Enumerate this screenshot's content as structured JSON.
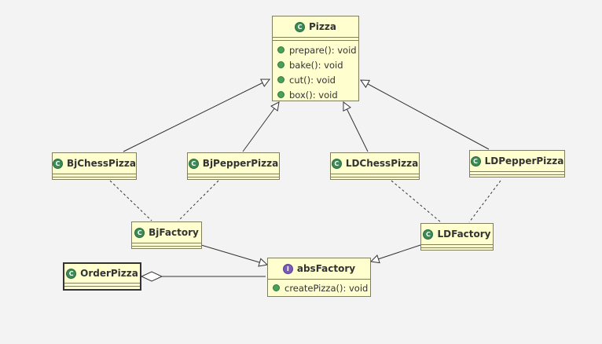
{
  "classes": {
    "pizza": {
      "name": "Pizza",
      "stereotype": "C",
      "methods": [
        "prepare(): void",
        "bake(): void",
        "cut(): void",
        "box(): void"
      ]
    },
    "bj_chess_pizza": {
      "name": "BjChessPizza",
      "stereotype": "C"
    },
    "bj_pepper_pizza": {
      "name": "BjPepperPizza",
      "stereotype": "C"
    },
    "ld_chess_pizza": {
      "name": "LDChessPizza",
      "stereotype": "C"
    },
    "ld_pepper_pizza": {
      "name": "LDPepperPizza",
      "stereotype": "C"
    },
    "bj_factory": {
      "name": "BjFactory",
      "stereotype": "C"
    },
    "ld_factory": {
      "name": "LDFactory",
      "stereotype": "C"
    },
    "abs_factory": {
      "name": "absFactory",
      "stereotype": "I",
      "methods": [
        "createPizza(): void"
      ]
    },
    "order_pizza": {
      "name": "OrderPizza",
      "stereotype": "C"
    }
  },
  "colors": {
    "background": "#f3f3f3",
    "class_fill": "#fefece",
    "class_badge": "#3c8a56",
    "interface_badge": "#7b5bb5",
    "method_dot": "#4aa05a",
    "line": "#333333"
  }
}
